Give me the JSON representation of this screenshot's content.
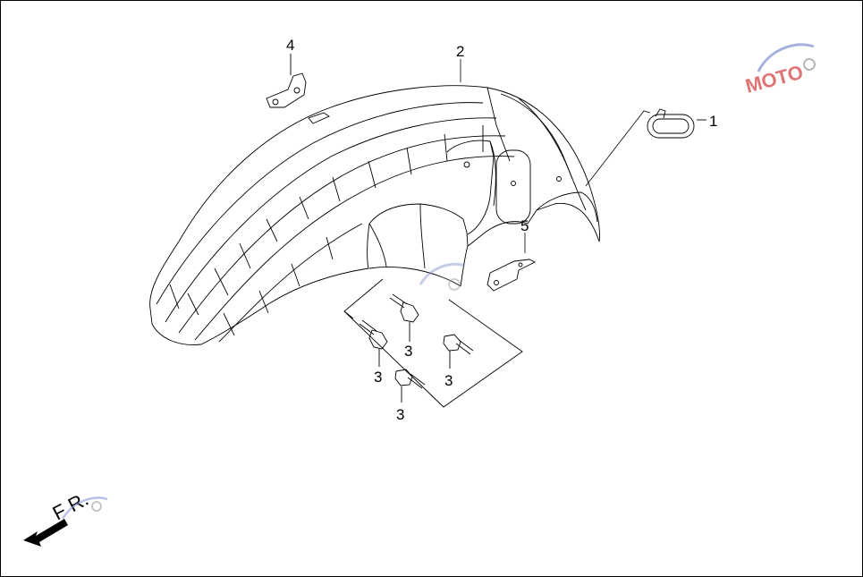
{
  "diagram": {
    "callouts": {
      "c1": "1",
      "c2": "2",
      "c3a": "3",
      "c3b": "3",
      "c3c": "3",
      "c3d": "3",
      "c4": "4",
      "c5": "5"
    },
    "direction_label": "F R."
  },
  "watermark": {
    "text": "MOTO"
  },
  "colors": {
    "line": "#000000",
    "watermark_red": "#d23a3a",
    "watermark_blue": "#7f8fd0"
  }
}
